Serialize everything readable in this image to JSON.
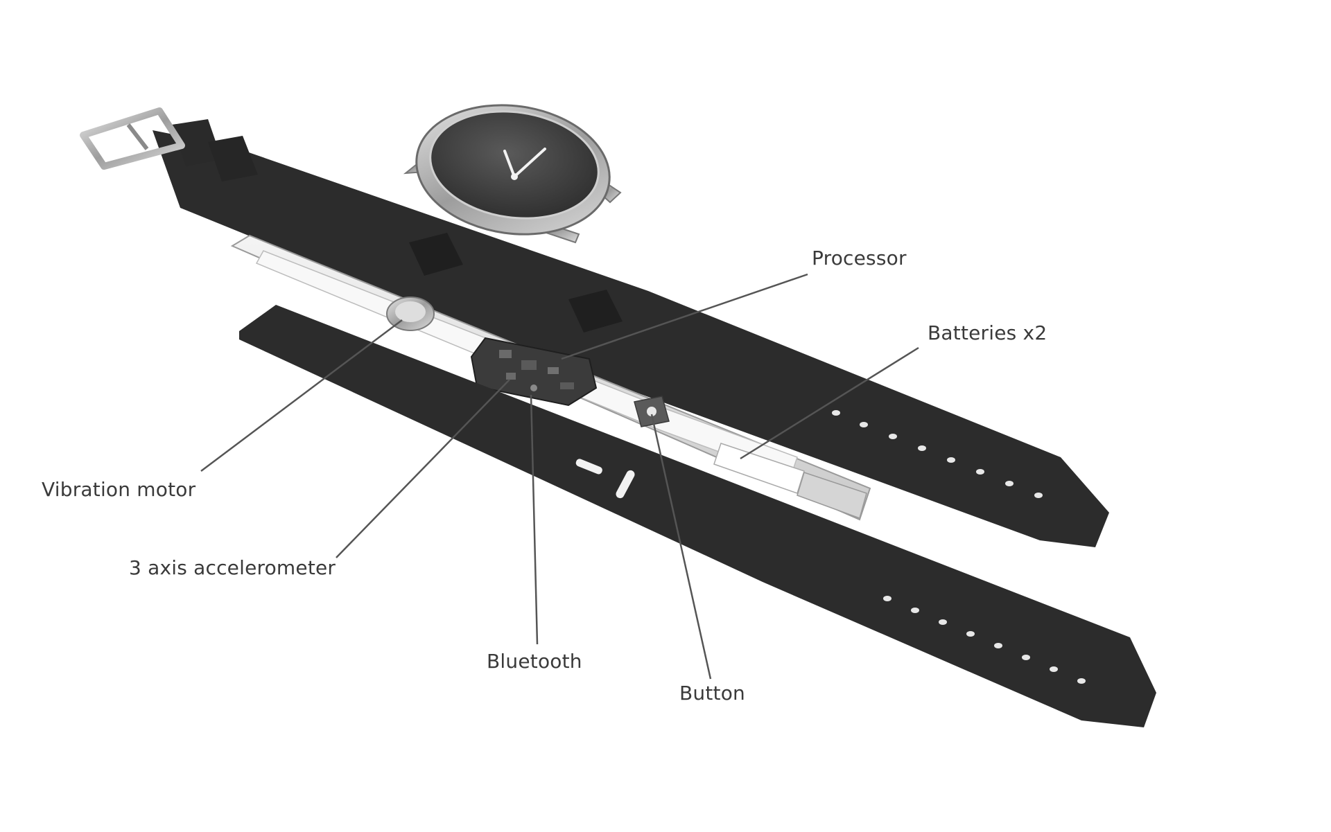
{
  "labels": {
    "processor": "Processor",
    "batteries": "Batteries x2",
    "vibration_motor": "Vibration motor",
    "accelerometer": "3 axis accelerometer",
    "bluetooth": "Bluetooth",
    "button": "Button"
  },
  "colors": {
    "background": "#ffffff",
    "strap": "#2c2c2c",
    "leader_line": "#555555",
    "label_text": "#3a3a3a",
    "metal": "#b8b8b8",
    "dial": "#3a3a3a"
  },
  "icons": [
    "buckle",
    "watch-head",
    "electronics-insert",
    "circuit-board",
    "vibration-motor-disc"
  ]
}
